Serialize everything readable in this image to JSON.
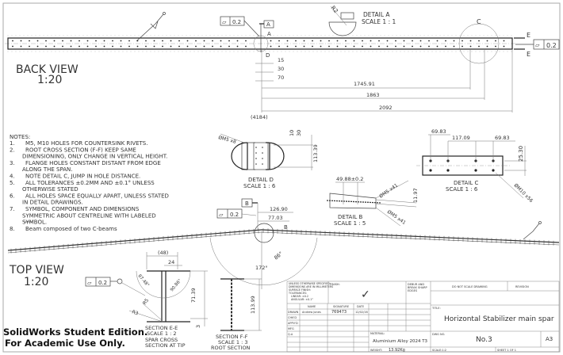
{
  "back_view": {
    "title": "BACK VIEW",
    "scale": "1:20",
    "flatness_value": "0.2",
    "flatness_value_right": "0.2",
    "datum_a": "A",
    "section_label": "A",
    "detail_d_marker": "D",
    "detail_c_marker": "C",
    "section_e_top": "E",
    "section_e_bottom": "E",
    "dims": [
      "15",
      "30",
      "70",
      "1745.91",
      "1863",
      "2092",
      "(4184)"
    ]
  },
  "detail_a": {
    "title": "DETAIL A",
    "scale": "SCALE 1 : 1",
    "radius": "R2"
  },
  "notes": {
    "heading": "NOTES:",
    "items": [
      {
        "num": "1.",
        "lines": [
          "M5, M10 HOLES FOR COUNTERSINK RIVETS."
        ]
      },
      {
        "num": "2.",
        "lines": [
          "ROOT CROSS SECTION (F-F) KEEP SAME",
          "DIMENSIONING, ONLY CHANGE IN VERTICAL HEIGHT."
        ]
      },
      {
        "num": "3.",
        "lines": [
          "FLANGE HOLES CONSTANT DISTANT FROM EDGE",
          "ALONG THE SPAN."
        ]
      },
      {
        "num": "4.",
        "lines": [
          "NOTE DETAIL C, JUMP IN HOLE DISTANCE."
        ]
      },
      {
        "num": "5.",
        "lines": [
          "ALL TOLERANCES ±0.2MM AND ±0.1° UNLESS",
          "OTHERWISE STATED"
        ]
      },
      {
        "num": "6.",
        "lines": [
          "ALL HOLES SPACE EQUALLY APART, UNLESS STATED",
          "IN DETAIL DRAWINGS."
        ]
      },
      {
        "num": "7.",
        "lines": [
          "SYMBOL, COMPONENT AND DIMENSIONS",
          "SYMMETRIC ABOUT CENTRELINE WITH LABELED",
          "SYMBOL."
        ]
      },
      {
        "num": "8.",
        "lines": [
          "Beam composed of two C-beams"
        ]
      }
    ]
  },
  "detail_d": {
    "title": "DETAIL D",
    "scale": "SCALE 1 : 6",
    "hole": "ØM5 x8",
    "dims": [
      "10",
      "30",
      "113.39"
    ]
  },
  "detail_c": {
    "title": "DETAIL C",
    "scale": "SCALE 1 : 6",
    "hole": "ØM10 x56",
    "dims": [
      "69.83",
      "117.09",
      "69.83",
      "25.30"
    ]
  },
  "detail_b": {
    "title": "DETAIL B",
    "scale": "SCALE 1 : 5",
    "hole_top": "ØM5 x41",
    "hole_bottom": "ØM5 x41",
    "dims": [
      "49.88±0.2",
      "11.97"
    ]
  },
  "top_view": {
    "title": "TOP VIEW",
    "scale": "1:20",
    "datum_b": "B",
    "flatness_value": "0.2",
    "detail_b_marker": "B",
    "dims": [
      "126.90",
      "77.03",
      "172°",
      "86°"
    ]
  },
  "section_ee": {
    "lines": [
      "SECTION E-E",
      "SCALE 1 : 2",
      "SPAR CROSS",
      "SECTION AT TIP"
    ],
    "flatness_value": "0.2",
    "dims": [
      "(48)",
      "24",
      "87.48°",
      "90.86°",
      "R5",
      "R3",
      "71.39",
      "3"
    ]
  },
  "section_ff": {
    "lines": [
      "SECTION F-F",
      "SCALE 1 : 3",
      "ROOT SECTION"
    ],
    "dims": [
      "113.99"
    ]
  },
  "watermark": {
    "line1": "SolidWorks Student Edition.",
    "line2": "For Academic Use Only."
  },
  "title_block": {
    "tolerance_note": [
      "UNLESS OTHERWISE SPECIFIED:",
      "DIMENSIONS ARE IN MILLIMETERS",
      "SURFACE FINISH:",
      "TOLERANCES:",
      "LINEAR: ±0.2",
      "ANGULAR: ±0.1°"
    ],
    "finish_label": "FINISH:",
    "finish_mark": "✓",
    "deburr": [
      "DEBUR AND",
      "BREAK SHARP",
      "EDGES"
    ],
    "do_not_scale": "DO NOT SCALE DRAWING",
    "revision_label": "REVISION",
    "col_headers": [
      "NAME",
      "SIGNATURE",
      "DATE"
    ],
    "row_labels": [
      "DRAWN",
      "CHK'D",
      "APPV'D",
      "MFG",
      "Q.A"
    ],
    "drawn_name": "Andrew Jones",
    "drawn_signature": "769473",
    "drawn_date": "12/02/16",
    "title_label": "TITLE:",
    "title": "Horizontal Stabilizer main spar",
    "material_label": "MATERIAL:",
    "material": "Aluminium Alloy 2024 T3",
    "dwg_no_label": "DWG NO.",
    "dwg_no": "No.3",
    "sheet_size": "A3",
    "weight_label": "WEIGHT:",
    "weight": "13.92Kg",
    "scale_label": "SCALE:1:2",
    "sheet_label": "SHEET 1 OF 1"
  }
}
